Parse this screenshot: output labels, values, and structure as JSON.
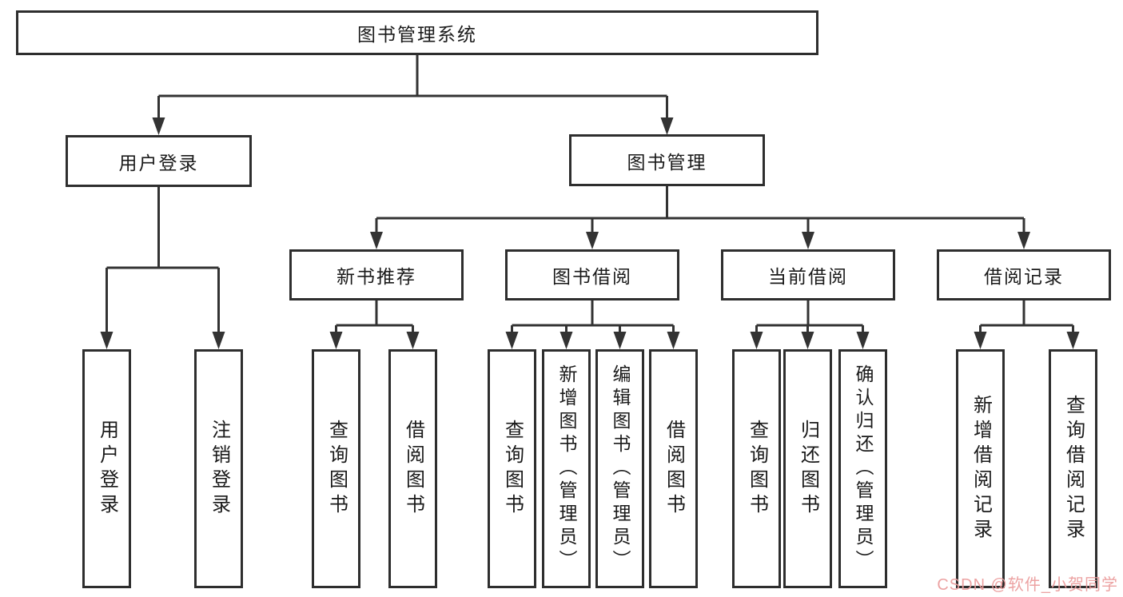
{
  "diagram": {
    "root": {
      "label": "图书管理系统"
    },
    "branches": {
      "userLogin": {
        "label": "用户登录",
        "children": [
          "用户登录",
          "注销登录"
        ]
      },
      "bookManagement": {
        "label": "图书管理",
        "children": [
          {
            "label": "新书推荐",
            "children": [
              "查询图书",
              "借阅图书"
            ]
          },
          {
            "label": "图书借阅",
            "children": [
              "查询图书",
              "新增图书（管理员）",
              "编辑图书（管理员）",
              "借阅图书"
            ]
          },
          {
            "label": "当前借阅",
            "children": [
              "查询图书",
              "归还图书",
              "确认归还（管理员）"
            ]
          },
          {
            "label": "借阅记录",
            "children": [
              "新增借阅记录",
              "查询借阅记录"
            ]
          }
        ]
      }
    },
    "style": {
      "line_color": "#333333",
      "border_color": "#2e2e2e",
      "text_color": "#1a1a1a",
      "background": "#ffffff",
      "watermark_color": "#eb9d9d"
    }
  },
  "watermark": {
    "text": "CSDN @软件_小贺同学"
  }
}
